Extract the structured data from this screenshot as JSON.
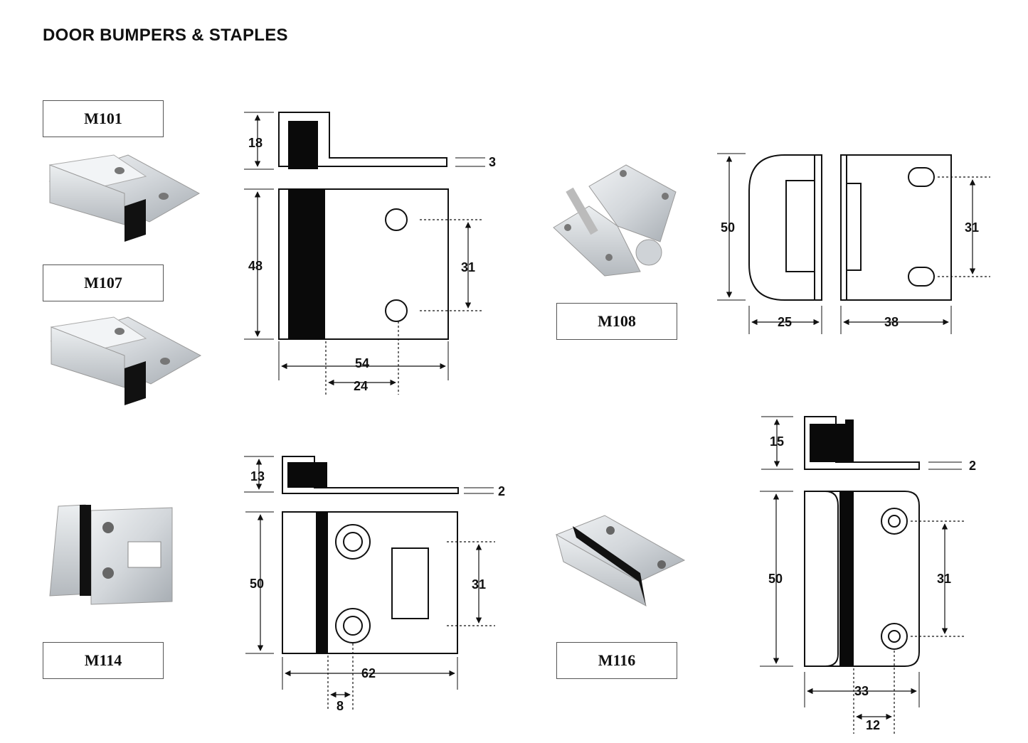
{
  "title": "DOOR BUMPERS & STAPLES",
  "products": [
    {
      "code": "M101"
    },
    {
      "code": "M107"
    },
    {
      "code": "M108"
    },
    {
      "code": "M114"
    },
    {
      "code": "M116"
    }
  ],
  "drawings": {
    "m101": {
      "height_top": "18",
      "thickness": "3",
      "height": "48",
      "hole_pitch": "31",
      "width": "54",
      "hole_offset": "24"
    },
    "m108": {
      "height": "50",
      "hole_pitch": "31",
      "width_left": "25",
      "width_right": "38"
    },
    "m114": {
      "height_top": "13",
      "thickness": "2",
      "height": "50",
      "hole_pitch": "31",
      "width": "62",
      "strip": "8"
    },
    "m116": {
      "height_top": "15",
      "thickness": "2",
      "height": "50",
      "hole_pitch": "31",
      "width": "33",
      "hole_offset": "12"
    }
  },
  "colors": {
    "line": "#111111",
    "rubber": "#0a0a0a",
    "metal_light": "#e3e6e9",
    "metal_mid": "#c4c8cc",
    "metal_dark": "#9aa0a6"
  }
}
